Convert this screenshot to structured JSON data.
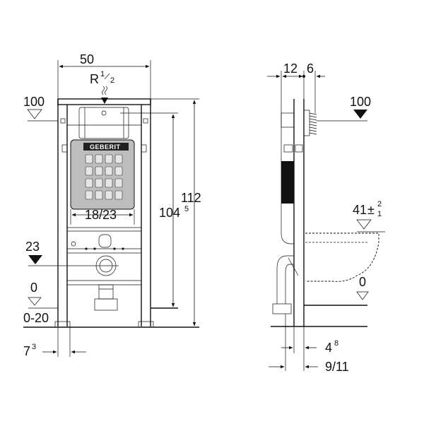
{
  "front_view": {
    "width": "50",
    "pipe": {
      "base": "R",
      "fraction_num": "1",
      "fraction_den": "2"
    },
    "height_total": "112",
    "height_main": "104",
    "height_main_sup": "5",
    "spacing": "18/23",
    "level_top": "100",
    "level_mid": "23",
    "level_zero": "0",
    "floor_range": "0-20",
    "offset": "7",
    "offset_sup": "3",
    "brand": "GEBERIT"
  },
  "side_view": {
    "top_dim_a": "12",
    "top_dim_b": "6",
    "level_top": "100",
    "seat_height": "41",
    "seat_tol_upper": "2",
    "seat_tol_lower": "1",
    "level_zero": "0",
    "bottom_dim_a": "4",
    "bottom_dim_a_sup": "8",
    "bottom_dim_b": "9/11"
  },
  "colors": {
    "line": "#111111",
    "background": "#ffffff"
  }
}
